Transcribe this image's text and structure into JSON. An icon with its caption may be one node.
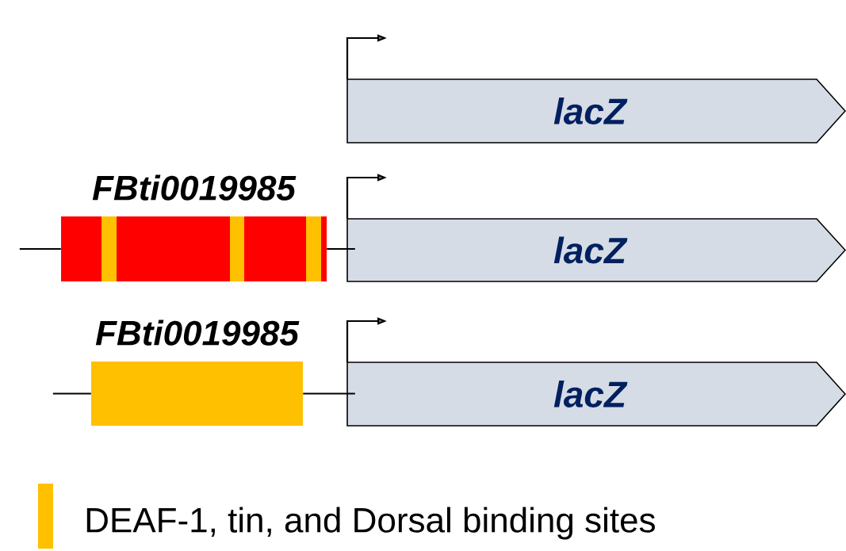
{
  "diagram": {
    "nodes": [
      {
        "text": [
          "lacZ"
        ]
      },
      {
        "text": [
          "FBti0019985"
        ]
      },
      {
        "text": [
          "lacZ"
        ]
      },
      {
        "text": [
          "FBti0019985"
        ]
      },
      {
        "text": [
          "lacZ"
        ]
      }
    ],
    "edges": [
      {
        "from": null,
        "to": 1,
        "arrow": "none"
      },
      {
        "from": 1,
        "to": 2,
        "arrow": "none"
      },
      {
        "from": null,
        "to": 3,
        "arrow": "none"
      },
      {
        "from": 3,
        "to": 4,
        "arrow": "none"
      }
    ],
    "legend": [
      {
        "text": "DEAF-1, tin, and Dorsal binding sites",
        "color": "#ffc000"
      }
    ]
  }
}
